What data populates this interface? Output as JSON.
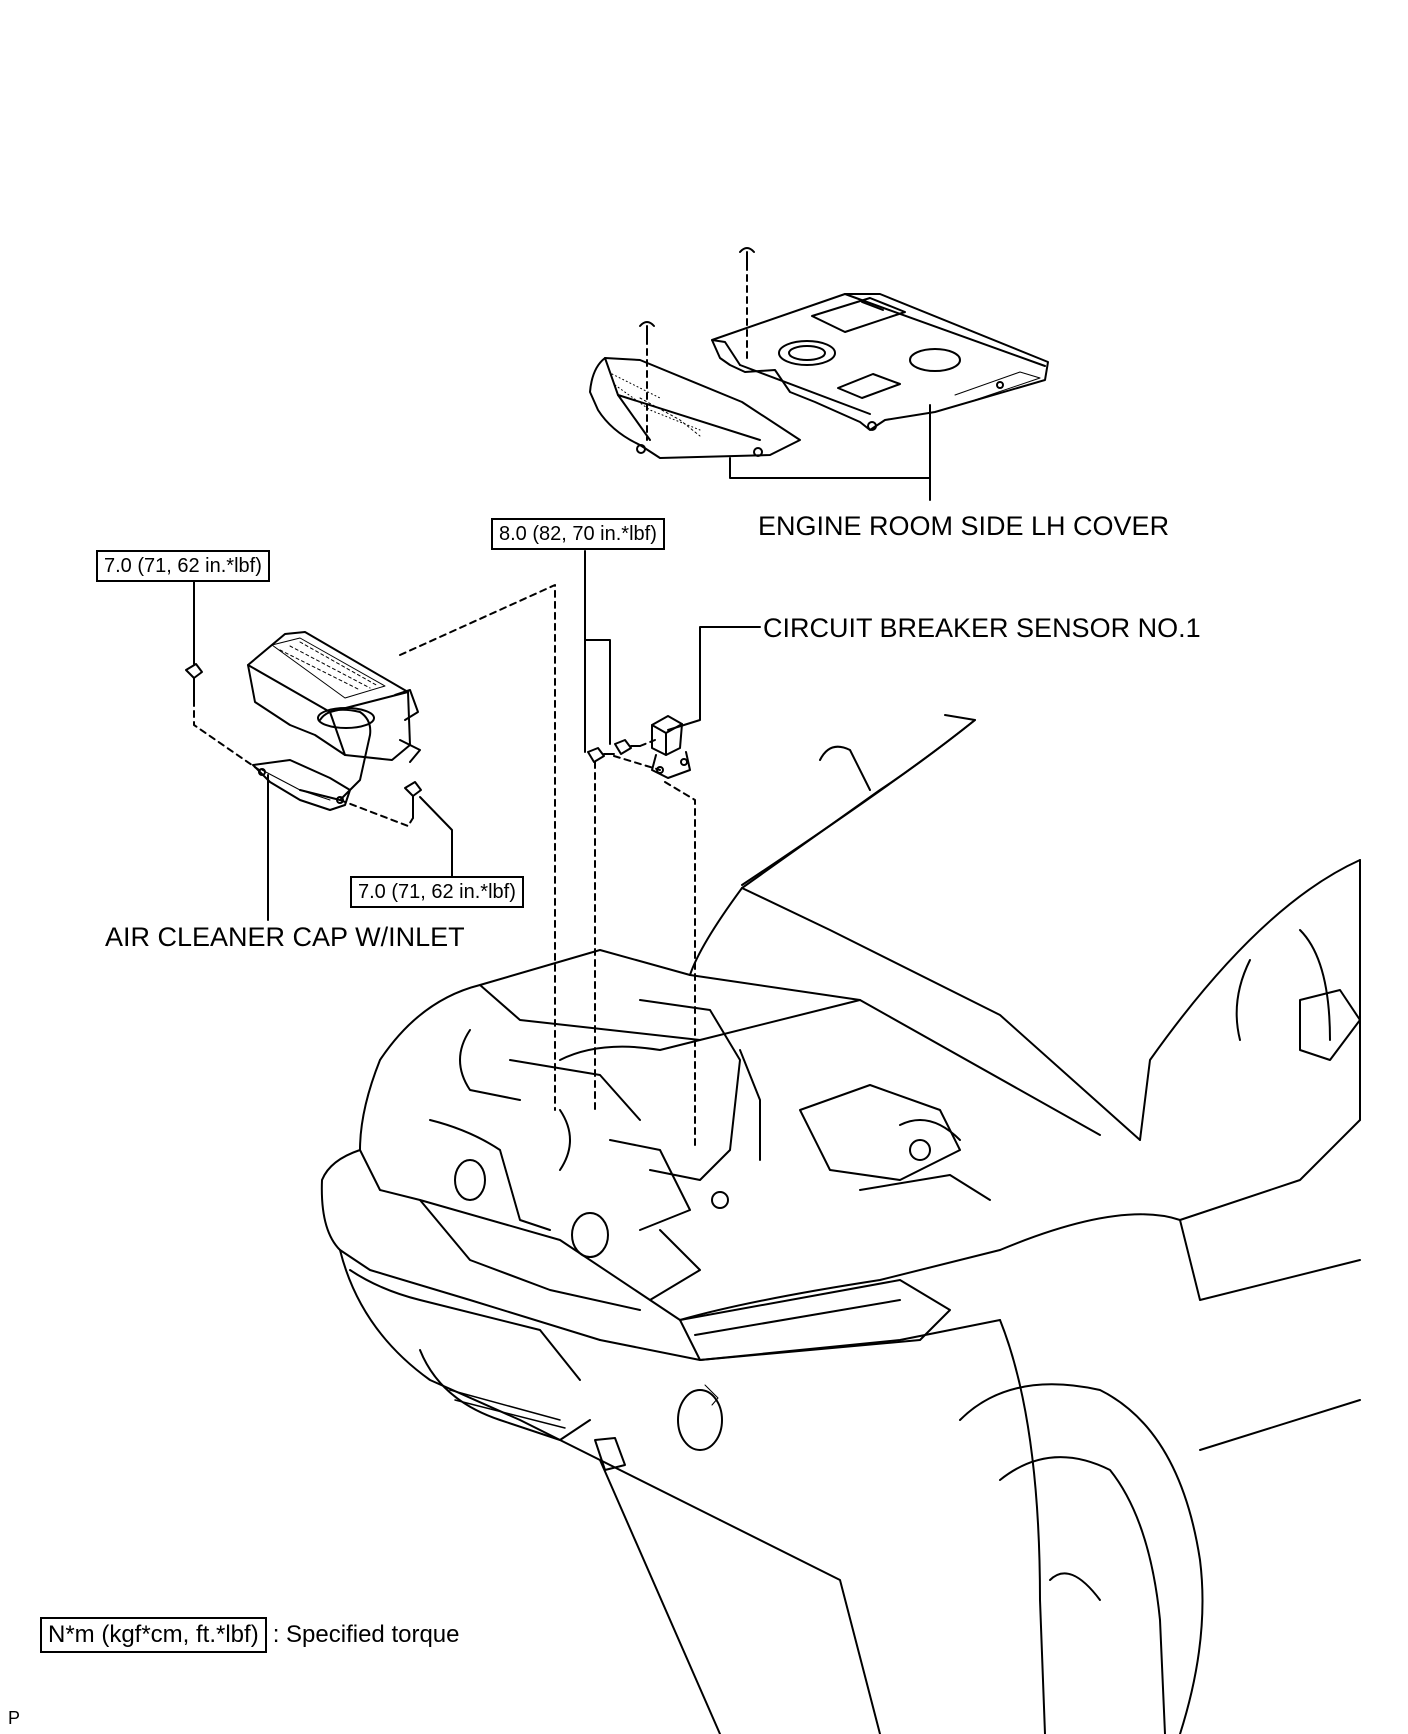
{
  "labels": {
    "engine_room_cover": "ENGINE ROOM SIDE LH COVER",
    "circuit_breaker": "CIRCUIT BREAKER SENSOR NO.1",
    "air_cleaner": "AIR CLEANER CAP W/INLET"
  },
  "torques": {
    "top_center": "8.0 (82, 70 in.*lbf)",
    "top_left": "7.0 (71, 62 in.*lbf)",
    "lower_left": "7.0 (71, 62 in.*lbf)"
  },
  "legend": {
    "unit_box": "N*m (kgf*cm, ft.*lbf)",
    "description": ": Specified torque"
  },
  "footer": {
    "code": "P"
  },
  "colors": {
    "line": "#000000",
    "background": "#ffffff"
  }
}
